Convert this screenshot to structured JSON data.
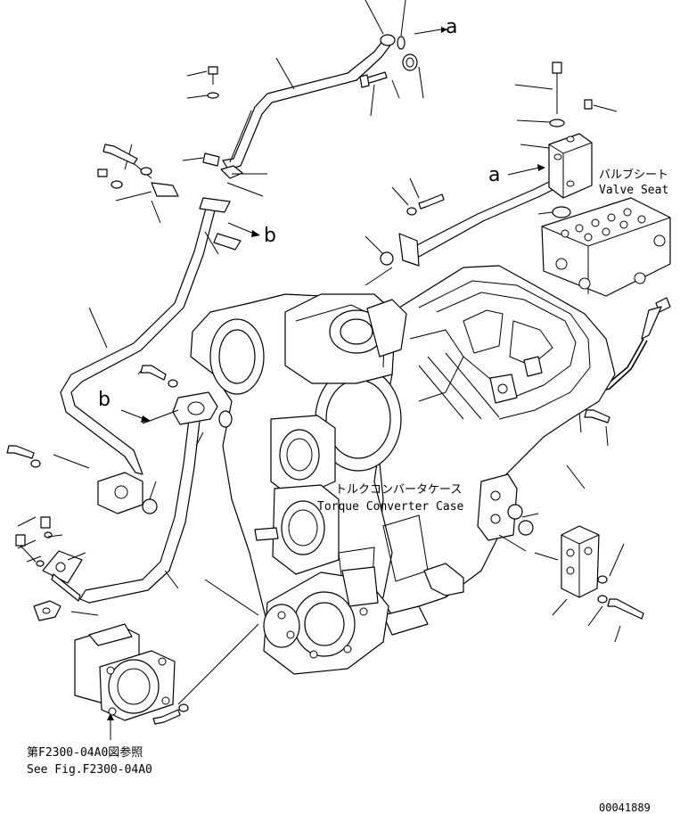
{
  "labels": {
    "valve_seat_jp": "バルブシート",
    "valve_seat_en": "Valve Seat",
    "tc_case_jp": "トルクコンバータケース",
    "tc_case_en": "Torque Converter Case",
    "ref_jp": "第F2300-04A0図参照",
    "ref_en": "See Fig.F2300-04A0",
    "drawing_number": "00041889"
  },
  "markers": {
    "a_top": "a",
    "a_mid": "a",
    "b_right": "b",
    "b_left": "b"
  }
}
